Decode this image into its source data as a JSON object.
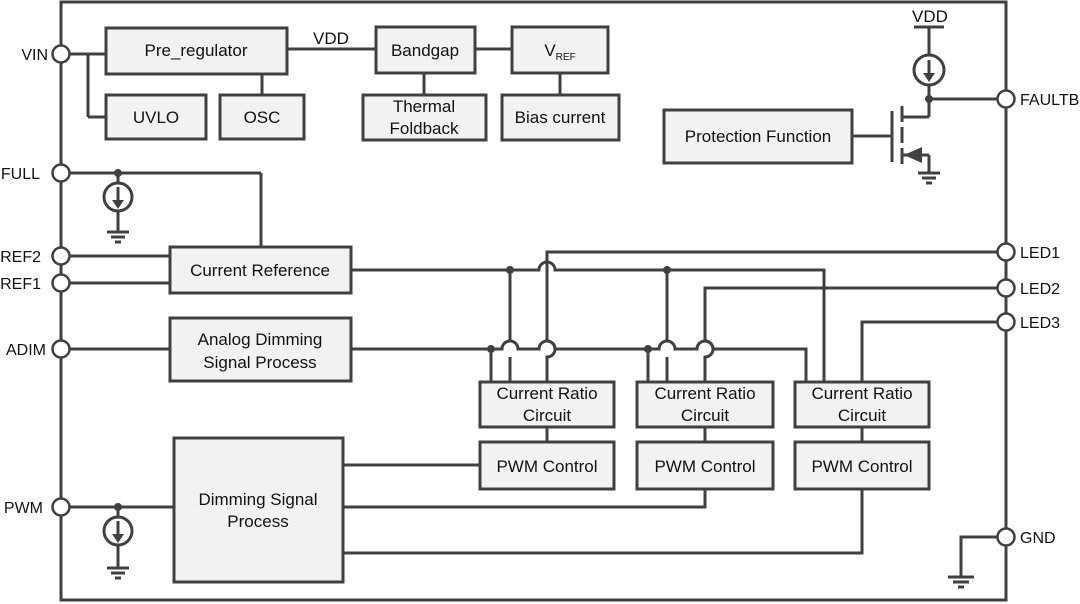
{
  "pins": {
    "vin": "VIN",
    "full": "FULL",
    "ref2": "REF2",
    "ref1": "REF1",
    "adim": "ADIM",
    "pwm": "PWM",
    "faultb": "FAULTB",
    "led1": "LED1",
    "led2": "LED2",
    "led3": "LED3",
    "gnd": "GND"
  },
  "nets": {
    "vdd_internal": "VDD",
    "vdd_supply": "VDD"
  },
  "blocks": {
    "pre_regulator": "Pre_regulator",
    "uvlo": "UVLO",
    "osc": "OSC",
    "bandgap": "Bandgap",
    "thermal_line1": "Thermal",
    "thermal_line2": "Foldback",
    "vref_main": "V",
    "vref_sub": "REF",
    "bias_current": "Bias current",
    "protection": "Protection Function",
    "current_reference": "Current Reference",
    "analog_dimming_line1": "Analog Dimming",
    "analog_dimming_line2": "Signal Process",
    "dimming_line1": "Dimming Signal",
    "dimming_line2": "Process",
    "ratio_line1": "Current Ratio",
    "ratio_line2": "Circuit",
    "pwm_control": "PWM Control"
  }
}
